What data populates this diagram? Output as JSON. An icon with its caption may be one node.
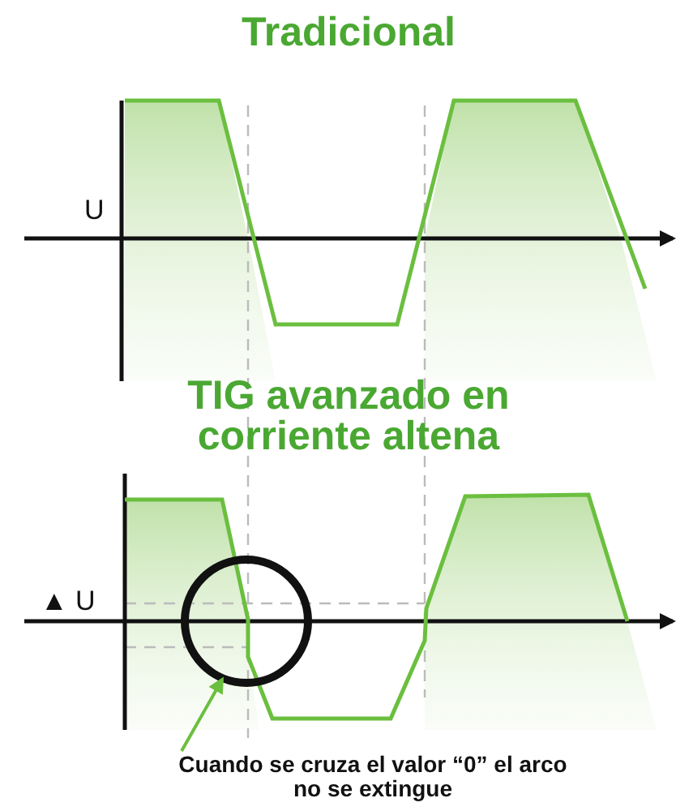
{
  "diagram": {
    "nodes": [
      {
        "text": [],
        "shape": "circle"
      },
      {
        "text": [
          "Cuando se cruza el valor “0” el arco no se extingue"
        ]
      }
    ],
    "edges": [
      {
        "from": 1,
        "to": 0,
        "arrow": "to",
        "color": "#6bbf3f"
      }
    ],
    "labels": [
      "Tradicional",
      "U",
      "TIG avanzado en corriente altena",
      "▲ U"
    ]
  }
}
